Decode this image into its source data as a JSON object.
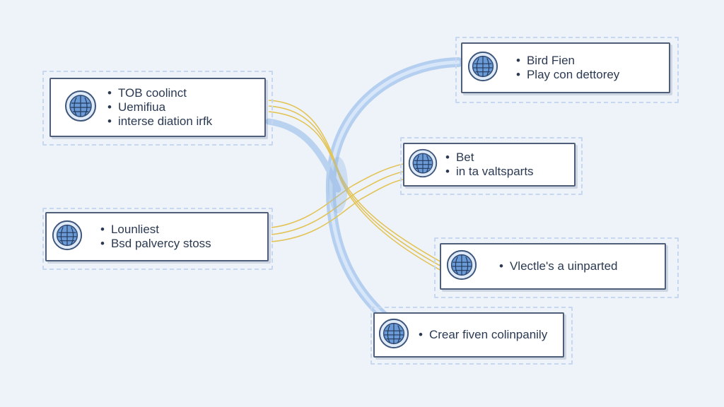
{
  "colors": {
    "background": "#eef3fa",
    "node_border": "#4f5f7a",
    "frame_dash": "#c6d7ef",
    "arc_blue": "#9cc0e8",
    "link_yellow": "#e3c458",
    "globe_fill": "#6b9bd6",
    "text": "#2b3a52"
  },
  "icons": {
    "node_icon": "globe-icon"
  },
  "nodes": [
    {
      "id": "left-top",
      "lines": [
        "TOB coolinct",
        "Uemifiua",
        "interse diation irfk"
      ]
    },
    {
      "id": "left-bottom",
      "lines": [
        "Lounliest",
        "Bsd palvercy stoss"
      ]
    },
    {
      "id": "right-1",
      "lines": [
        "Bird Fien",
        "Play con dettorey"
      ]
    },
    {
      "id": "right-2",
      "lines": [
        "Bet",
        "in ta valtsparts"
      ]
    },
    {
      "id": "right-3",
      "lines": [
        "Vlectle's a uinparted"
      ]
    },
    {
      "id": "right-4",
      "lines": [
        "Crear fiven colinpanily"
      ]
    }
  ]
}
